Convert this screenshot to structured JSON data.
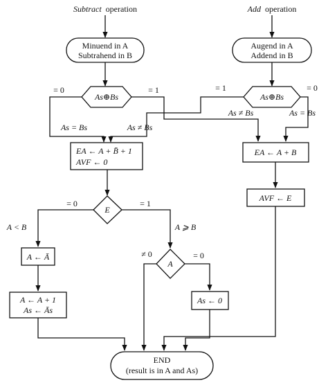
{
  "headings": {
    "subtract_op": "Subtract",
    "subtract_word": "operation",
    "add_op": "Add",
    "add_word": "operation"
  },
  "start_subtract": {
    "line1": "Minuend in A",
    "line2": "Subtrahend in B"
  },
  "start_add": {
    "line1": "Augend in A",
    "line2": "Addend in B"
  },
  "sign_decision_left": {
    "text": "As⊕Bs",
    "eq0": "= 0",
    "eq1": "= 1"
  },
  "sign_decision_right": {
    "text": "As⊕Bs",
    "eq1": "= 1",
    "eq0": "= 0"
  },
  "edge_labels": {
    "left_same": "As = Bs",
    "left_diff": "As ≠ Bs",
    "right_diff": "As ≠ Bs",
    "right_same": "As = Bs",
    "a_less_b": "A < B",
    "a_ge_b": "A ⩾ B",
    "e_eq0": "= 0",
    "e_eq1": "= 1",
    "a_ne0": "≠ 0",
    "a_eq0": "= 0"
  },
  "sub_step": {
    "line1": "EA ← A + B̄ + 1",
    "line2": "AVF ← 0"
  },
  "add_step": {
    "text": "EA ← A + B"
  },
  "avf_step": {
    "text": "AVF ← E"
  },
  "e_decision": {
    "text": "E"
  },
  "complement_step": {
    "text": "A ← Ā"
  },
  "increment_step": {
    "line1": "A ← A + 1",
    "line2": "As ← Ās"
  },
  "a_decision": {
    "text": "A"
  },
  "clear_sign_step": {
    "text": "As ← 0"
  },
  "end_node": {
    "line1": "END",
    "line2": "(result is in A and As)"
  }
}
